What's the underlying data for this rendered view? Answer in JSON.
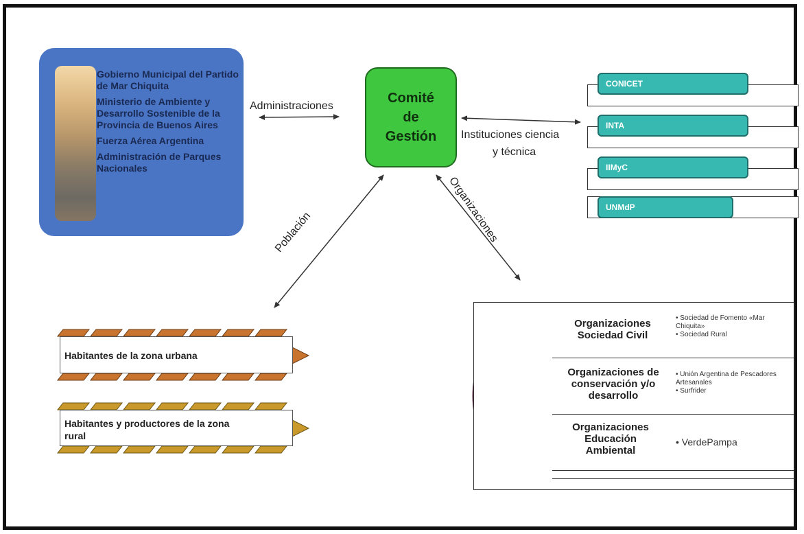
{
  "administraciones": {
    "label": "Administraciones",
    "items": [
      "Gobierno Municipal del Partido de Mar Chiquita",
      "Ministerio de Ambiente y Desarrollo Sostenible de la Provincia de Buenos Aires",
      "Fuerza Aérea  Argentina",
      "Administración de Parques Nacionales"
    ]
  },
  "comite": {
    "line1": "Comité",
    "line2": "de",
    "line3": "Gestión"
  },
  "instituciones": {
    "label_line1": "Instituciones ciencia",
    "label_line2": "y técnica",
    "items": [
      "CONICET",
      "INTA",
      "IIMyC",
      "UNMdP"
    ]
  },
  "poblacion": {
    "label": "Población",
    "items": [
      "Habitantes de la zona urbana",
      "Habitantes y productores de la zona rural"
    ]
  },
  "organizaciones": {
    "label": "Organizaciones",
    "groups": [
      {
        "title": "Organizaciones Sociedad Civil",
        "items": [
          "Sociedad de Fomento «Mar Chiquita»",
          "Sociedad Rural"
        ]
      },
      {
        "title": "Organizaciones de conservación y/o desarrollo",
        "items": [
          "Unión Argentina de Pescadores Artesanales",
          "Surfrider"
        ]
      },
      {
        "title": "Organizaciones Educación Ambiental",
        "items": [
          "VerdePampa"
        ]
      }
    ]
  },
  "colors": {
    "admin_box": "#4a74c4",
    "comite": "#3fc83f",
    "institution_tab": "#37b8b0",
    "org_outer": "#8e2452",
    "org_mid": "#7a2fa8",
    "org_inner": "#b46ac6"
  }
}
